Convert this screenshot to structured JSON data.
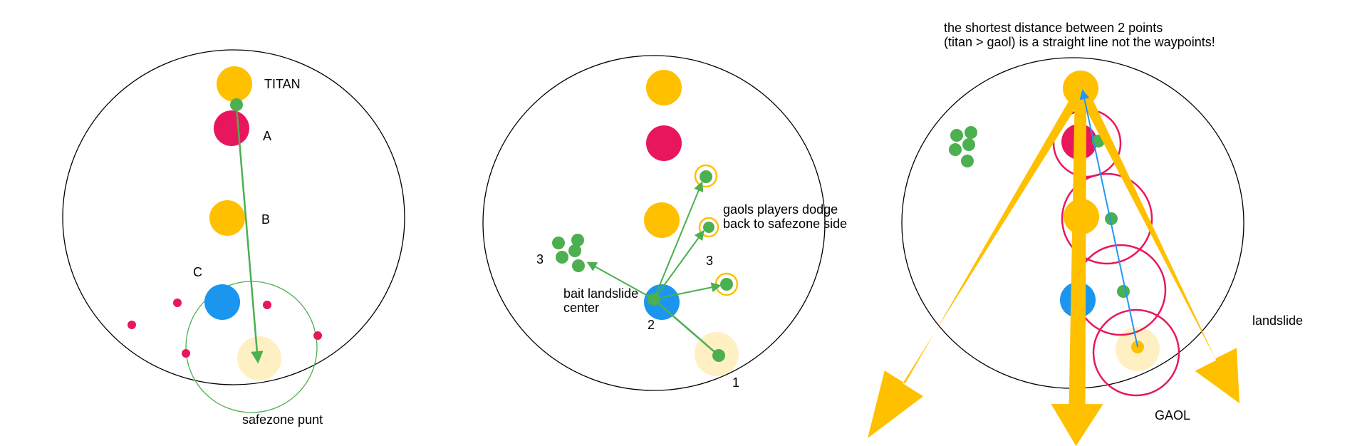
{
  "colors": {
    "outline": "#000000",
    "titan_yellow": "#FFC000",
    "pale_yellow": "#FFF0C4",
    "magenta": "#E8175D",
    "blue": "#1A96EF",
    "green": "#4CAF50",
    "arrow_blue": "#2196F3"
  },
  "panel1": {
    "titan_label": "TITAN",
    "a_label": "A",
    "b_label": "B",
    "c_label": "C",
    "safezone_label": "safezone punt"
  },
  "panel2": {
    "dodge_label_line1": "gaols players dodge",
    "dodge_label_line2": "back to safezone side",
    "bait_label_line1": "bait landslide",
    "bait_label_line2": "center",
    "num_3_left": "3",
    "num_3_right": "3",
    "num_2": "2",
    "num_1": "1"
  },
  "panel3": {
    "note_line1": "the shortest distance between 2 points",
    "note_line2": "(titan > gaol) is a straight line not the waypoints!",
    "landslide_label": "landslide",
    "gaol_label": "GAOL"
  }
}
